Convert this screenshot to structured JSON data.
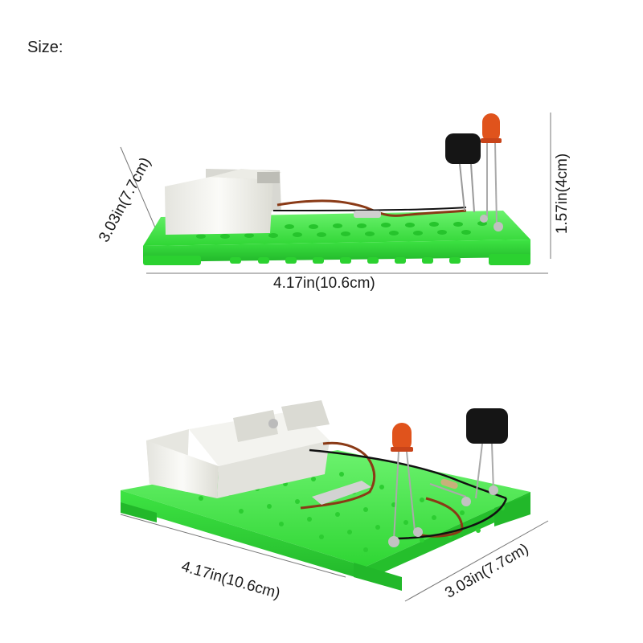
{
  "header": {
    "size_label": "Size:"
  },
  "top_view": {
    "width_label": "4.17in(10.6cm)",
    "depth_label": "3.03in(7.7cm)",
    "height_label": "1.57in(4cm)"
  },
  "bottom_view": {
    "width_label": "4.17in(10.6cm)",
    "depth_label": "3.03in(7.7cm)"
  },
  "colors": {
    "board_green": "#35e63a",
    "board_dark": "#22b82a",
    "battery_white": "#f1f1ee",
    "wire_brown": "#8a3a16",
    "wire_black": "#111111",
    "led_red": "#e0531c",
    "buzzer_black": "#151515"
  }
}
